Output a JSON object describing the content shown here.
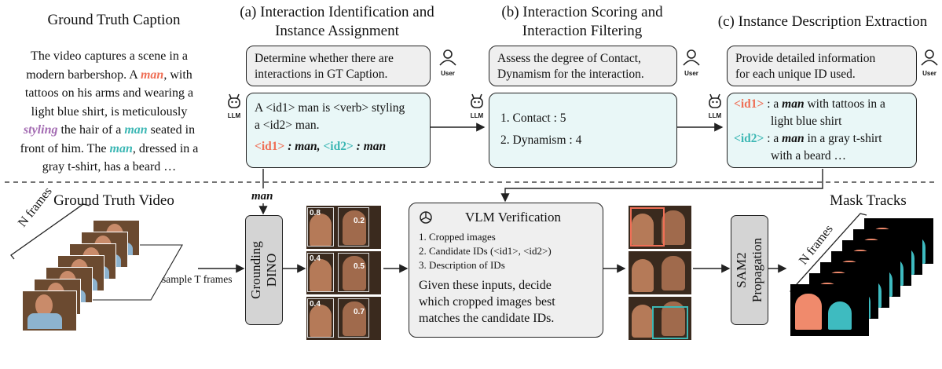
{
  "caption": {
    "title": "Ground Truth Caption",
    "lines": [
      [
        {
          "t": "The video captures a scene in a"
        }
      ],
      [
        {
          "t": "modern barbershop. A "
        },
        {
          "t": "man",
          "c": "red"
        },
        {
          "t": ", with"
        }
      ],
      [
        {
          "t": "tattoos on his arms and wearing a"
        }
      ],
      [
        {
          "t": "light blue shirt, is meticulously"
        }
      ],
      [
        {
          "t": "styling",
          "c": "purple"
        },
        {
          "t": " the hair of a "
        },
        {
          "t": "man",
          "c": "teal"
        },
        {
          "t": " seated in"
        }
      ],
      [
        {
          "t": "front of him. The "
        },
        {
          "t": "man",
          "c": "teal"
        },
        {
          "t": ", dressed in a"
        }
      ],
      [
        {
          "t": "gray t-shirt, has a beard …"
        }
      ]
    ]
  },
  "stage_a": {
    "title_line1": "(a)  Interaction Identification and",
    "title_line2": "Instance Assignment",
    "prompt_line1": "Determine whether there are",
    "prompt_line2": "interactions in GT Caption.",
    "resp_line1": "A <id1> man is <verb> styling",
    "resp_line2": "a <id2> man.",
    "id1": "<id1>",
    "id1_val": " : man, ",
    "id2": "<id2>",
    "id2_val": " : man"
  },
  "stage_b": {
    "title_line1": "(b)  Interaction Scoring and",
    "title_line2": "Interaction Filtering",
    "prompt_line1": "Assess the degree of Contact,",
    "prompt_line2": "Dynamism for the interaction.",
    "item1": "1. Contact : 5",
    "item2": "2. Dynamism : 4"
  },
  "stage_c": {
    "title_line1": "(c)  Instance Description Extraction",
    "prompt_line1": "Provide detailed information",
    "prompt_line2": "for each unique ID used.",
    "id1": "<id1>",
    "id1_a": " : a ",
    "id1_man": "man",
    "id1_b": " with tattoos in a",
    "id1_c": "light blue shirt",
    "id2": "<id2>",
    "id2_a": " : a ",
    "id2_man": "man",
    "id2_b": " in a gray t-shirt",
    "id2_c": "with a beard …"
  },
  "icons": {
    "user_label": "User",
    "llm_label": "LLM"
  },
  "video": {
    "title": "Ground Truth Video",
    "n_frames": "N frames",
    "sample": "sample T frames"
  },
  "grounding": {
    "query": "man",
    "label_line1": "Grounding",
    "label_line2": "DINO"
  },
  "crops": {
    "scores": [
      [
        "0.8",
        "0.2"
      ],
      [
        "0.4",
        "0.5"
      ],
      [
        "0.4",
        "0.7"
      ]
    ]
  },
  "vlm": {
    "title": "VLM Verification",
    "items": [
      "1. Cropped images",
      "2. Candidate IDs (<id1>, <id2>)",
      "3. Description of IDs"
    ],
    "instr_line1": "Given these inputs, decide",
    "instr_line2": "which cropped images best",
    "instr_line3": "matches the candidate IDs."
  },
  "sam": {
    "label_line1": "SAM2",
    "label_line2": "Propagation"
  },
  "masks": {
    "title": "Mask Tracks",
    "n_frames": "N frames"
  },
  "colors": {
    "id1": "#ef6f56",
    "id2": "#3cb7b4",
    "verb": "#a36bb2",
    "response_bg": "#e9f7f7",
    "prompt_bg": "#efefef",
    "module_bg": "#d4d4d4"
  }
}
